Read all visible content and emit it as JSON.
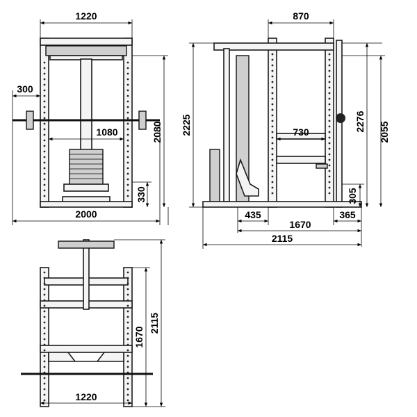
{
  "colors": {
    "line": "#000000",
    "frame_fill": "#f4f4f4",
    "accent_fill": "#cfcfcf",
    "background": "#ffffff"
  },
  "front_view": {
    "width_top": "1220",
    "bar_overhang": "300",
    "inner_width": "1080",
    "height": "2080",
    "bottom_height": "330",
    "total_width": "2000"
  },
  "side_view": {
    "top_depth": "870",
    "total_height": "2225",
    "upright_height": "2276",
    "rack_height": "2055",
    "safety_depth": "730",
    "foot_height": "305",
    "front_ext": "435",
    "rear_ext": "365",
    "base_depth": "1670",
    "total_depth": "2115"
  },
  "top_view": {
    "total_depth": "2115",
    "base_depth": "1670",
    "width": "1220"
  }
}
